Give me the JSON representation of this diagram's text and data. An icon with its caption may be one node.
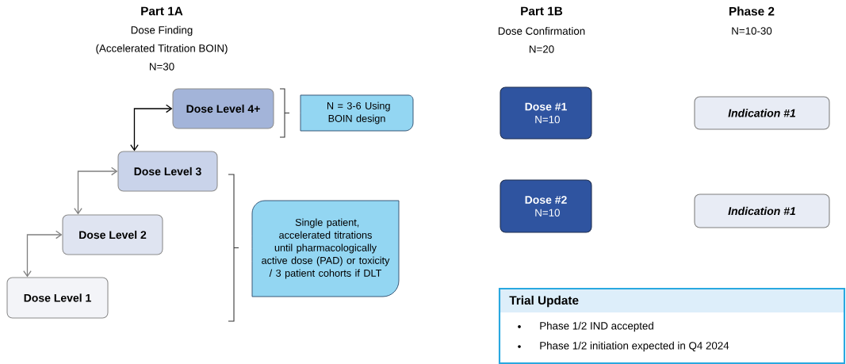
{
  "diagram": {
    "nodes": [
      {
        "text": [
          "Dose Level 4+"
        ]
      },
      {
        "text": [
          "Dose Level 3"
        ]
      },
      {
        "text": [
          "Dose Level 2"
        ]
      },
      {
        "text": [
          "Dose Level 1"
        ]
      },
      {
        "text": [
          "N = 3-6 Using BOIN design"
        ]
      },
      {
        "text": [
          "Single patient, accelerated titrations until pharmacologically active dose (PAD) or toxicity / 3 patient cohorts if DLT"
        ]
      },
      {
        "text": [
          "Dose #1",
          "N=10"
        ]
      },
      {
        "text": [
          "Dose #2",
          "N=10"
        ]
      },
      {
        "text": [
          "Indication #1"
        ]
      },
      {
        "text": [
          "Indication #1"
        ]
      },
      {
        "text": [
          "Trial Update",
          "Phase 1/2 IND accepted",
          "Phase 1/2 initiation expected in Q4 2024"
        ]
      }
    ],
    "edges": [
      {
        "from": 3,
        "to": 2,
        "arrow": "both"
      },
      {
        "from": 2,
        "to": 1,
        "arrow": "both"
      },
      {
        "from": 1,
        "to": 0,
        "arrow": "both",
        "color": "#000000"
      }
    ],
    "labels": [
      "Part 1A",
      "Dose Finding",
      "(Accelerated Titration BOIN)",
      "N=30",
      "Part 1B",
      "Dose Confirmation",
      "N=20",
      "Phase 2",
      "N=10-30"
    ]
  }
}
